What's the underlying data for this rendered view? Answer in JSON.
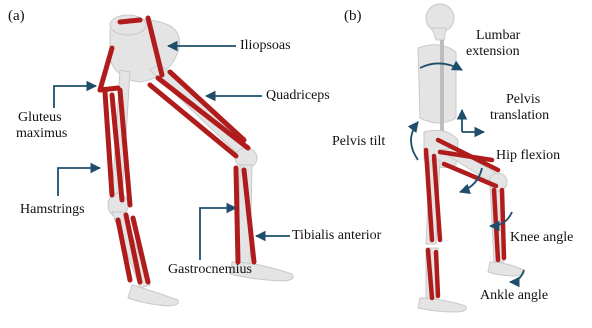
{
  "panels": {
    "a": "(a)",
    "b": "(b)"
  },
  "muscles": {
    "iliopsoas": "Iliopsoas",
    "quadriceps": "Quadriceps",
    "gluteus_l1": "Gluteus",
    "gluteus_l2": "maximus",
    "hamstrings": "Hamstrings",
    "tibialis": "Tibialis anterior",
    "gastrocnemius": "Gastrocnemius"
  },
  "dofs": {
    "lumbar_l1": "Lumbar",
    "lumbar_l2": "extension",
    "pelvis_translation_l1": "Pelvis",
    "pelvis_translation_l2": "translation",
    "pelvis_tilt": "Pelvis tilt",
    "hip_flexion": "Hip flexion",
    "knee_angle": "Knee angle",
    "ankle_angle": "Ankle angle"
  },
  "colors": {
    "muscle": "#b01c1c",
    "bone": "#e4e4e4",
    "arrow": "#1f4e6b",
    "text": "#111111"
  }
}
